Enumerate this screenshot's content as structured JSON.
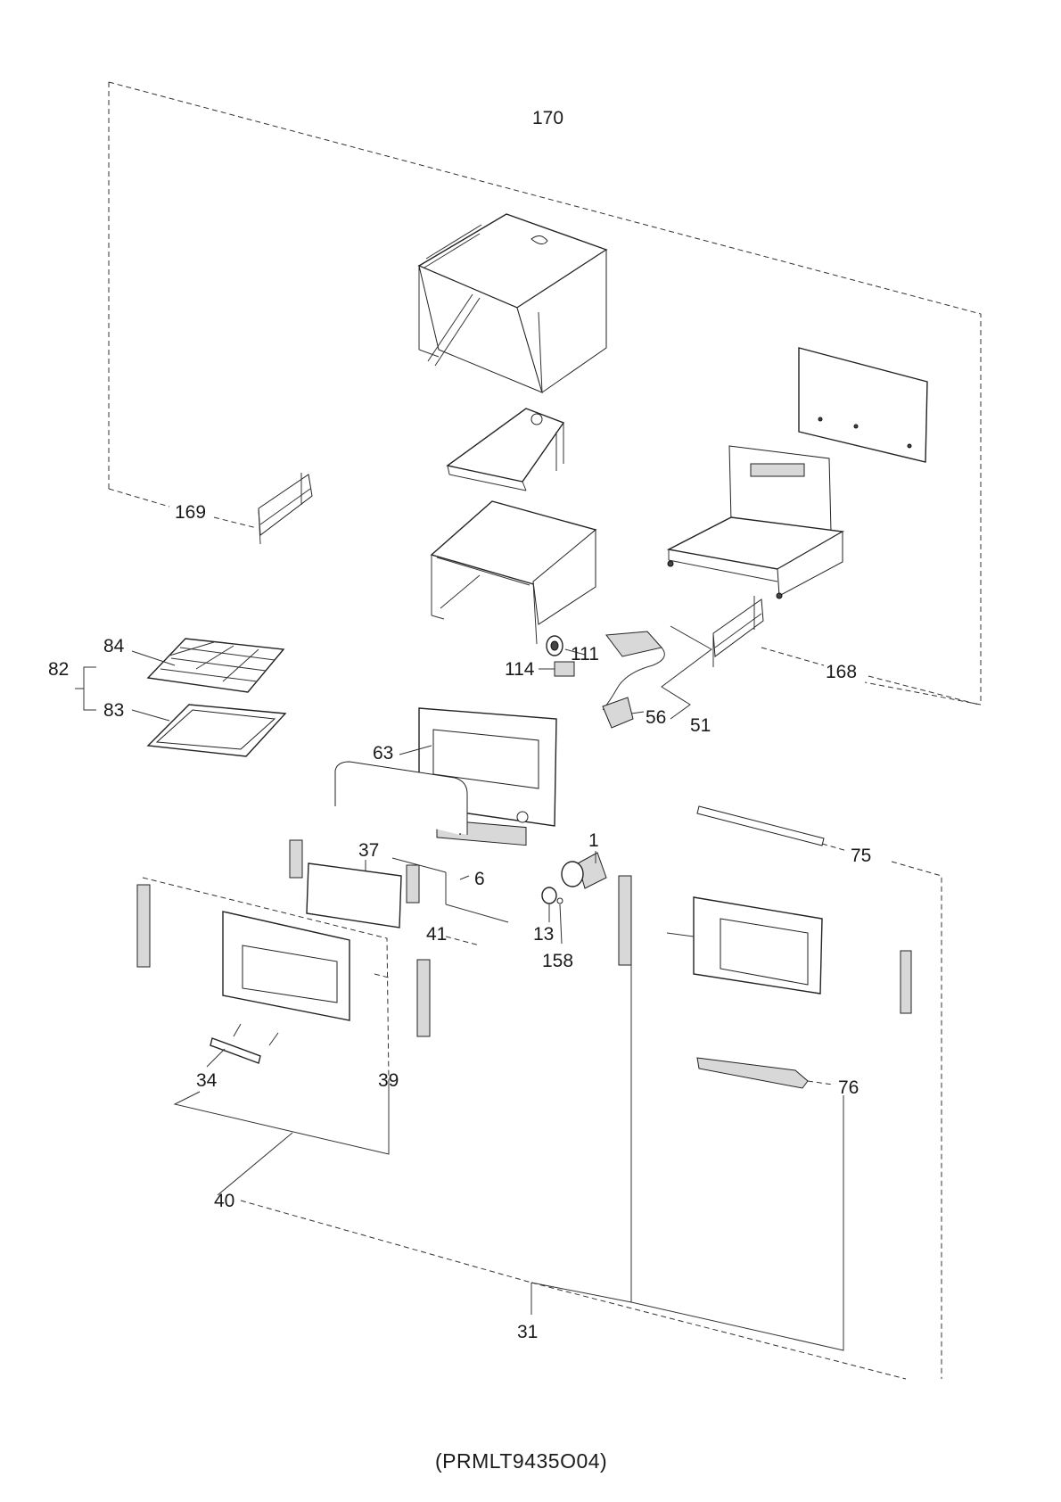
{
  "callouts": {
    "c170": "170",
    "c169": "169",
    "c168": "168",
    "c111": "111",
    "c114": "114",
    "c84": "84",
    "c82": "82",
    "c83": "83",
    "c63": "63",
    "c56": "56",
    "c51": "51",
    "c1": "1",
    "c37": "37",
    "c6": "6",
    "c75": "75",
    "c13": "13",
    "c41": "41",
    "c158": "158",
    "c34": "34",
    "c39": "39",
    "c76": "76",
    "c40": "40",
    "c31": "31"
  },
  "caption": "(PRMLT9435O04)"
}
